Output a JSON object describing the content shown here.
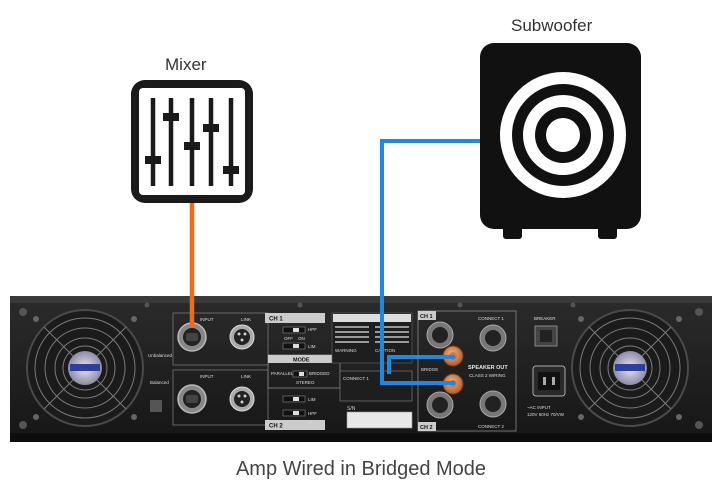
{
  "diagram": {
    "mixer_label": "Mixer",
    "subwoofer_label": "Subwoofer",
    "caption": "Amp Wired in Bridged Mode",
    "cable_colors": {
      "mixer_to_amp": "#ee6a1c",
      "amp_to_sub": "#1b8ae4"
    },
    "panel": {
      "input_label": "INPUT",
      "link_label": "LINK",
      "ch1": "CH 1",
      "ch2": "CH 2",
      "hpf": "HPF",
      "lim": "LIM",
      "off": "OFF",
      "on": "ON",
      "mode_title": "MODE",
      "mode_parallel": "PARALLEL",
      "mode_bridged": "BRIDGED",
      "mode_stereo": "STEREO",
      "unbalanced": "Unbalanced",
      "balanced": "Balanced",
      "warning": "WARNING",
      "caution": "CAUTION",
      "connect1": "CONNECT 1",
      "connect2": "CONNECT 2",
      "bridge": "BRIDGE",
      "speaker_out": "SPEAKER OUT",
      "class2": "CLASS 2 WIRING",
      "breaker": "BREAKER",
      "ac_input": "~AC INPUT",
      "ac_rating": "120V 60Hz 70/VW",
      "sn": "S/N"
    }
  }
}
